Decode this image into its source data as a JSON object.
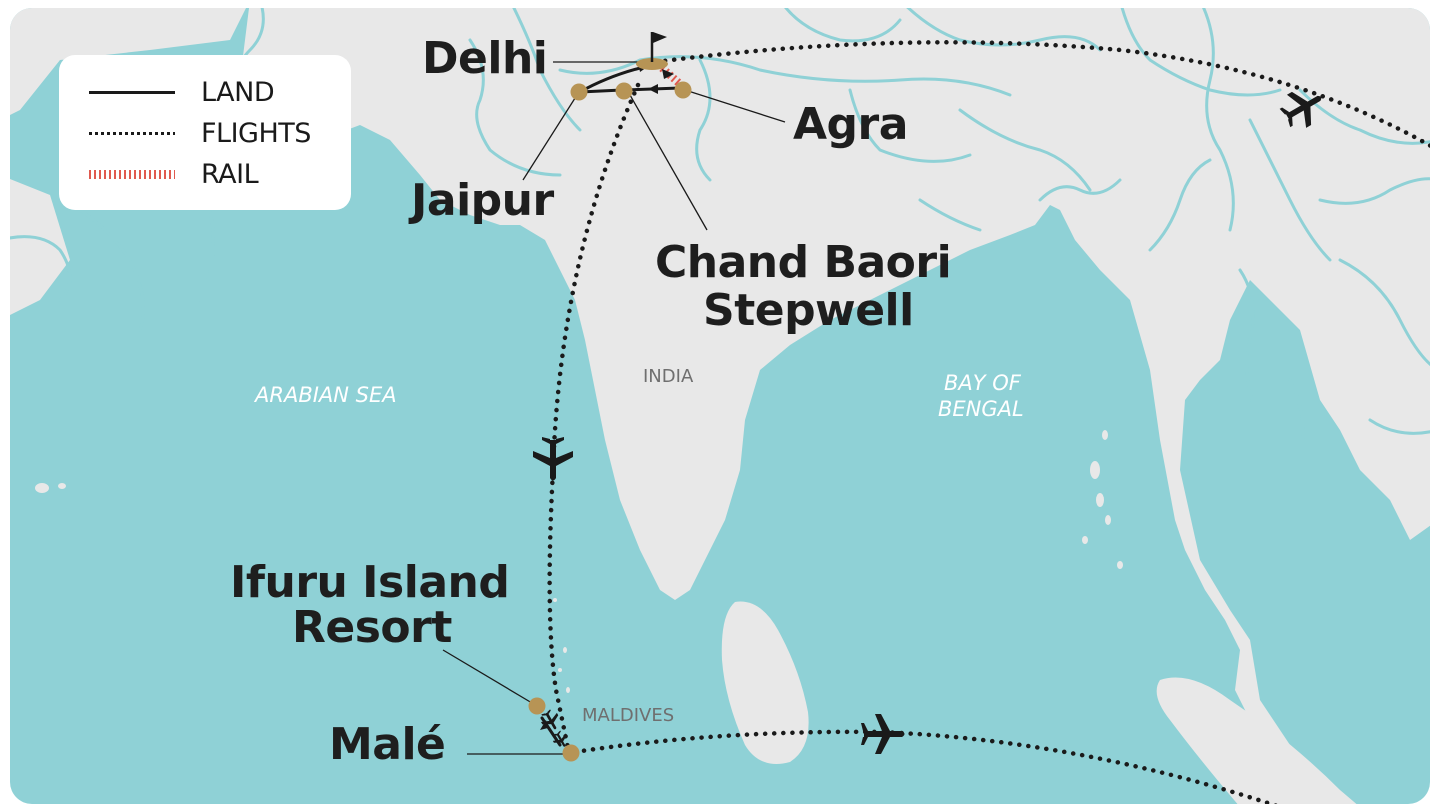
{
  "legend": {
    "land_label": "LAND",
    "flights_label": "FLIGHTS",
    "rail_label": "RAIL"
  },
  "places": {
    "delhi": "Delhi",
    "agra": "Agra",
    "jaipur": "Jaipur",
    "chand_baori_line1": "Chand Baori",
    "chand_baori_line2": "Stepwell",
    "ifuru_line1": "Ifuru Island",
    "ifuru_line2": "Resort",
    "male": "Malé"
  },
  "regions": {
    "arabian_sea": "ARABIAN SEA",
    "bay_of_bengal_line1": "BAY OF",
    "bay_of_bengal_line2": "BENGAL",
    "india": "INDIA",
    "maldives": "MALDIVES"
  },
  "colors": {
    "sea": "#8fd1d6",
    "land": "#e8e8e8",
    "river": "#8fd1d6",
    "route": "#1a1a1a",
    "rail": "#e05a4f",
    "stop": "#b79455",
    "legend_bg": "#ffffff"
  },
  "icons": [
    "flag-icon",
    "plane-icon"
  ]
}
